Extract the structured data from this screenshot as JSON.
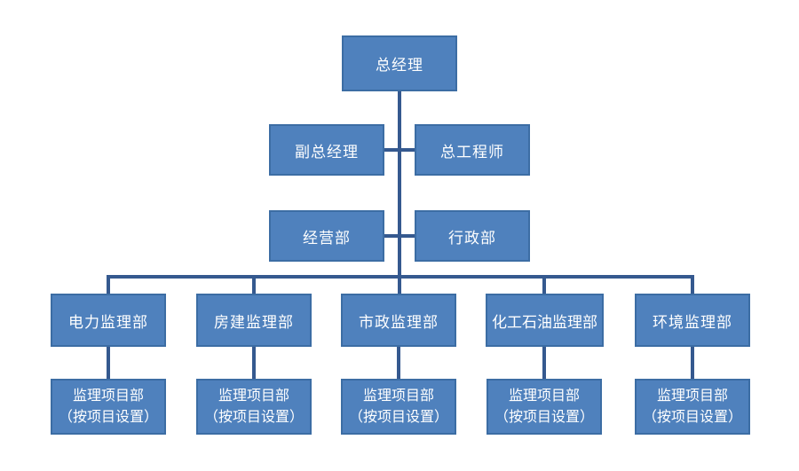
{
  "diagram": {
    "type": "org-chart",
    "colors": {
      "box_fill": "#4f81bd",
      "box_border": "#3c6da4",
      "connector": "#35598f",
      "text": "#ffffff",
      "background": "#ffffff"
    },
    "level1": [
      {
        "label": "总经理"
      }
    ],
    "level2": [
      {
        "label": "副总经理"
      },
      {
        "label": "总工程师"
      }
    ],
    "level3": [
      {
        "label": "经营部"
      },
      {
        "label": "行政部"
      }
    ],
    "level4": [
      {
        "label": "电力监理部"
      },
      {
        "label": "房建监理部"
      },
      {
        "label": "市政监理部"
      },
      {
        "label": "化工石油监理部"
      },
      {
        "label": "环境监理部"
      }
    ],
    "level5": [
      {
        "line1": "监理项目部",
        "line2": "（按项目设置）"
      },
      {
        "line1": "监理项目部",
        "line2": "（按项目设置）"
      },
      {
        "line1": "监理项目部",
        "line2": "（按项目设置）"
      },
      {
        "line1": "监理项目部",
        "line2": "（按项目设置）"
      },
      {
        "line1": "监理项目部",
        "line2": "（按项目设置）"
      }
    ]
  }
}
